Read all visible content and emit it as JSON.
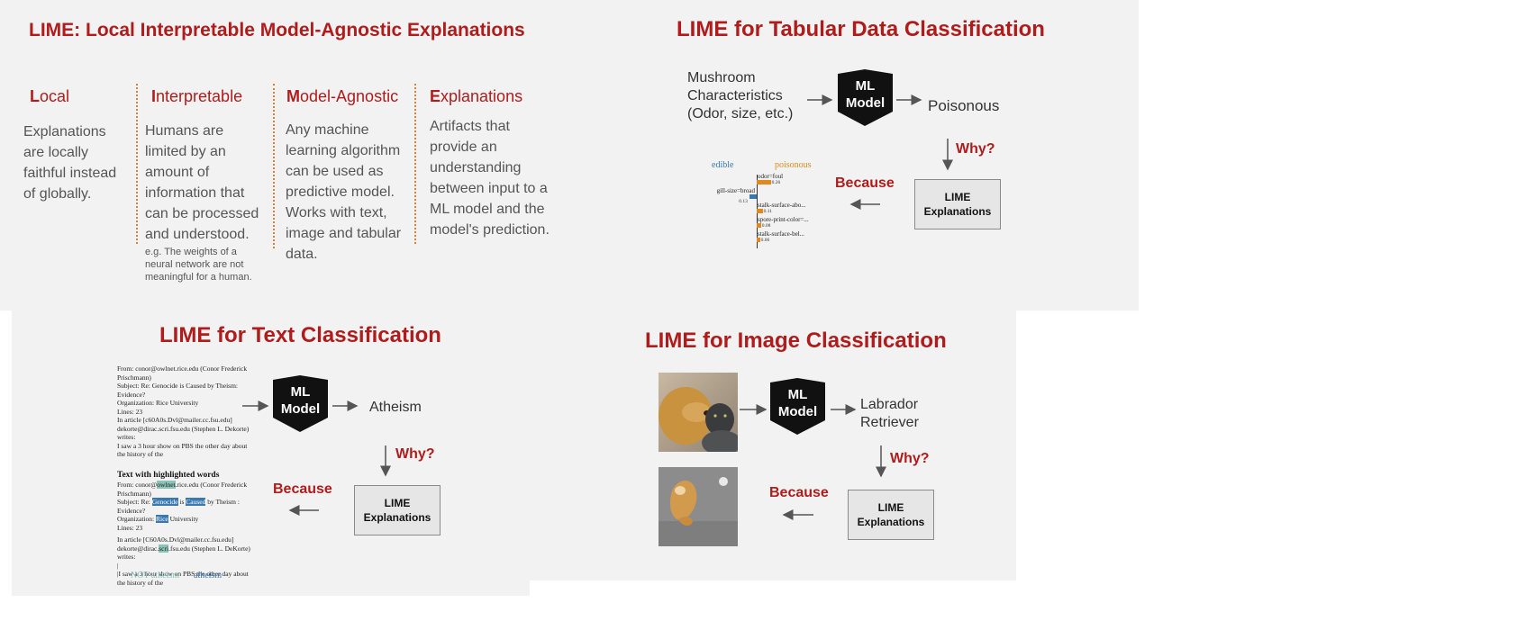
{
  "lime_overview": {
    "title": "LIME: Local Interpretable Model-Agnostic Explanations",
    "columns": [
      {
        "initial": "L",
        "rest": "ocal",
        "body": [
          "Explanations",
          "are locally",
          "faithful instead",
          "of globally."
        ],
        "note": []
      },
      {
        "initial": "I",
        "rest": "nterpretable",
        "body": [
          "Humans are",
          "limited by an",
          "amount of",
          "information that",
          "can be processed",
          "and understood."
        ],
        "note": [
          "e.g. The weights of a",
          "neural network are not",
          "meaningful for a human."
        ]
      },
      {
        "initial": "M",
        "rest": "odel-Agnostic",
        "body": [
          "Any machine",
          "learning algorithm",
          "can be used as",
          "predictive model.",
          "Works with text,",
          "image and tabular",
          "data."
        ],
        "note": []
      },
      {
        "initial": "E",
        "rest": "xplanations",
        "body": [
          "Artifacts that",
          "provide an",
          "understanding",
          "between input to a",
          "ML model and the",
          "model's prediction."
        ],
        "note": []
      }
    ]
  },
  "tabular": {
    "title": "LIME for Tabular Data Classification",
    "input": [
      "Mushroom",
      "Characteristics",
      "(Odor, size, etc.)"
    ],
    "model": [
      "ML",
      "Model"
    ],
    "output": "Poisonous",
    "why": "Why?",
    "because": "Because",
    "lime_box": [
      "LIME",
      "Explanations"
    ],
    "chart": {
      "legend_left": "edible",
      "legend_right": "poisonous",
      "features": [
        {
          "label": "odor=foul",
          "value": "0.26",
          "side": "poisonous"
        },
        {
          "label": "gill-size=broad",
          "value": "0.13",
          "side": "edible"
        },
        {
          "label": "stalk-surface-abo...",
          "value": "0.11",
          "side": "poisonous"
        },
        {
          "label": "spore-print-color=...",
          "value": "0.08",
          "side": "poisonous"
        },
        {
          "label": "stalk-surface-bel...",
          "value": "0.06",
          "side": "poisonous"
        }
      ]
    },
    "colors": {
      "poisonous": "#e08a1e",
      "edible": "#3a78b0"
    }
  },
  "text": {
    "title": "LIME for Text Classification",
    "email_lines": [
      "From: conor@owlnet.rice.edu (Conor Frederick",
      "Prischmann)",
      "Subject: Re: Genocide is Caused by Theism:",
      "Evidence?",
      "Organization: Rice University",
      "Lines: 23",
      "In article [c60A0s.Dvl@mailer.cc.fsu.edu]",
      "dekorte@dirac.scri.fsu.edu (Stephen L. Dekorte)",
      "writes:",
      "I saw a 3 hour show on PBS the other day about",
      "the history of the"
    ],
    "model": [
      "ML",
      "Model"
    ],
    "output": "Atheism",
    "why": "Why?",
    "because": "Because",
    "lime_box": [
      "LIME",
      "Explanations"
    ],
    "highlight_title": "Text with highlighted words",
    "highlight": {
      "l1a": "From: conor@",
      "l1h": "owlnet",
      "l1b": ".rice.edu (Conor Frederick",
      "l2": "Prischmann)",
      "l3a": "Subject: Re: ",
      "l3h1": "Genocide",
      "l3m": " is ",
      "l3h2": "Caused",
      "l3b": " by Theism :",
      "l4": "Evidence?",
      "l5a": "Organization: ",
      "l5h": "Rice",
      "l5b": " University",
      "l6": "Lines: 23",
      "l7": "In article [C60A0s.Dvl@mailer.cc.fsu.edu]",
      "l8a": "dekorte@dirac.",
      "l8h": "scri",
      "l8b": ".fsu.edu (Stephen L. DeKorte)",
      "l9": "writes:",
      "l10": "|",
      "l11": "|I saw a 3 hour show on PBS the other day about",
      "l12": "the history of the"
    },
    "legend_not": "NOT atheism",
    "legend_yes": "atheism"
  },
  "image": {
    "title": "LIME for Image Classification",
    "model": [
      "ML",
      "Model"
    ],
    "output": [
      "Labrador",
      "Retriever"
    ],
    "why": "Why?",
    "because": "Because",
    "lime_box": [
      "LIME",
      "Explanations"
    ]
  }
}
